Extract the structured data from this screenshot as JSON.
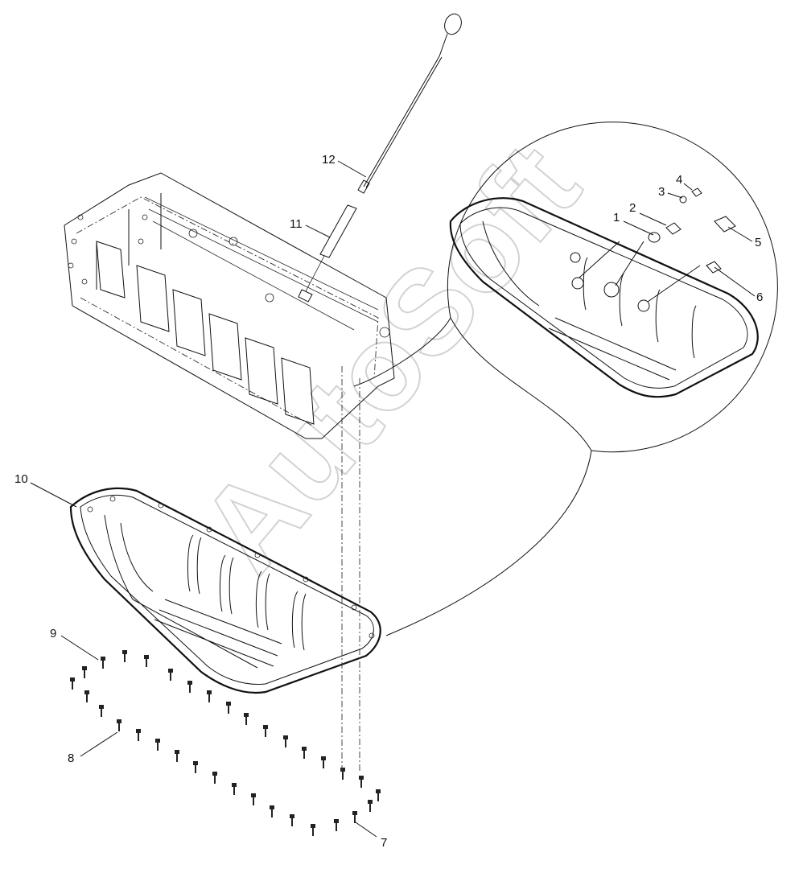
{
  "diagram": {
    "callouts": [
      {
        "id": "c1",
        "text": "1"
      },
      {
        "id": "c2",
        "text": "2"
      },
      {
        "id": "c3",
        "text": "3"
      },
      {
        "id": "c4",
        "text": "4"
      },
      {
        "id": "c5",
        "text": "5"
      },
      {
        "id": "c6",
        "text": "6"
      },
      {
        "id": "c7",
        "text": "7"
      },
      {
        "id": "c8",
        "text": "8"
      },
      {
        "id": "c9",
        "text": "9"
      },
      {
        "id": "c10",
        "text": "10"
      },
      {
        "id": "c11",
        "text": "11"
      },
      {
        "id": "c12",
        "text": "12"
      }
    ],
    "watermark": "AutoSoft"
  }
}
